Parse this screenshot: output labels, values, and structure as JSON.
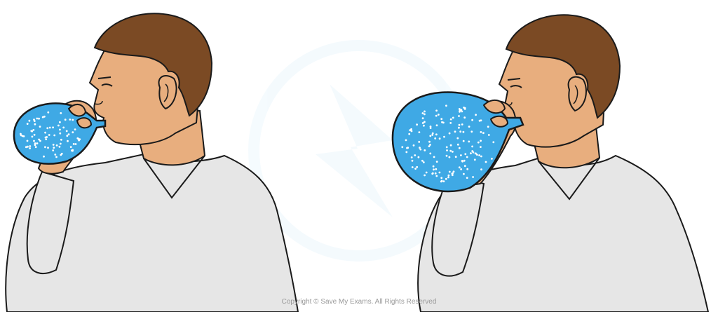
{
  "copyright": "Copyright © Save My Exams. All Rights Reserved",
  "colors": {
    "skin": "#E8AE7E",
    "hair": "#7B4A24",
    "shirt": "#E6E6E6",
    "balloon": "#3FA9E5",
    "outline": "#1A1A1A",
    "dots": "#FFFFFF"
  },
  "figures": [
    {
      "name": "person-small-balloon",
      "balloon": "small"
    },
    {
      "name": "person-large-balloon",
      "balloon": "large"
    }
  ]
}
